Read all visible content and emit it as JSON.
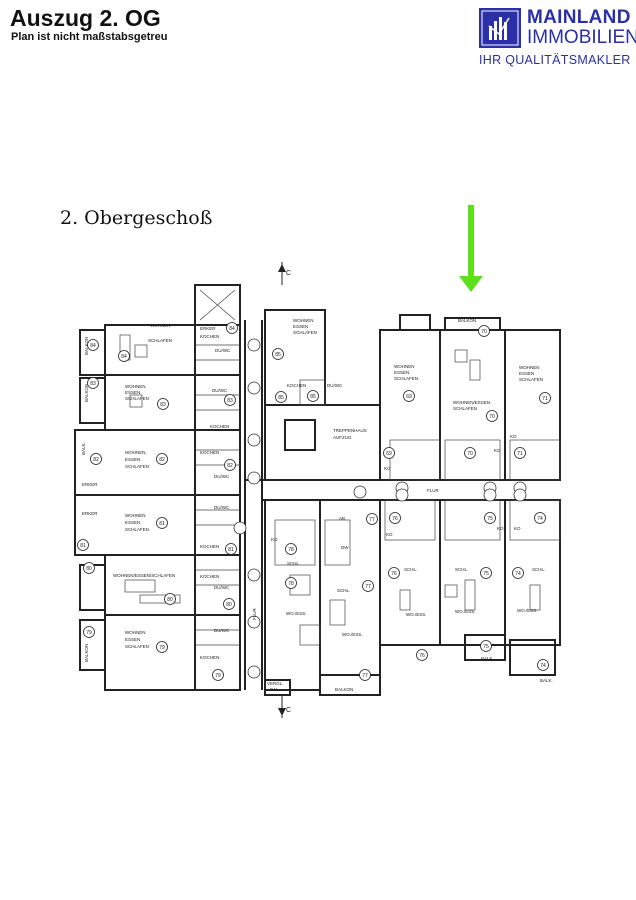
{
  "header": {
    "title": "Auszug 2. OG",
    "subtitle": "Plan ist nicht maßstabsgetreu"
  },
  "logo": {
    "line1": "MAINLAND",
    "line2": "IMMOBILIEN",
    "tagline": "IHR QUALITÄTSMAKLER",
    "color": "#2b2fa8"
  },
  "plan": {
    "title": "2. Obergeschoß",
    "arrow_color": "#5be01e",
    "section_marker": "C",
    "units": {
      "u69": "69",
      "u70": "70",
      "u71": "71",
      "u74": "74",
      "u75": "75",
      "u76": "76",
      "u77": "77",
      "u78": "78",
      "u79": "79",
      "u80": "80",
      "u81": "81",
      "u82": "82",
      "u83": "83",
      "u84": "84",
      "u85": "85"
    },
    "labels": {
      "wohnen": "WOHNEN",
      "essen": "ESSEN",
      "schlafen": "SCHLAFEN",
      "erker": "ERKER",
      "kochen": "KOCHEN",
      "duwc": "DU/WC",
      "balkon": "BALKON",
      "balk": "BALK.",
      "wes": "WOHNEN/ESSEN/SCHLAFEN",
      "wes2": "WOHNEN/ESSEN",
      "treppenhaus": "TREPPENHAUS",
      "aufzug": "AUFZUG",
      "flur": "FLUR",
      "ko": "KO",
      "schl": "SCHL.",
      "woess": "WO./ESS.",
      "vergl": "VERGL.",
      "bal": "BAL.",
      "ab": "AB",
      "dw": "DW"
    }
  }
}
